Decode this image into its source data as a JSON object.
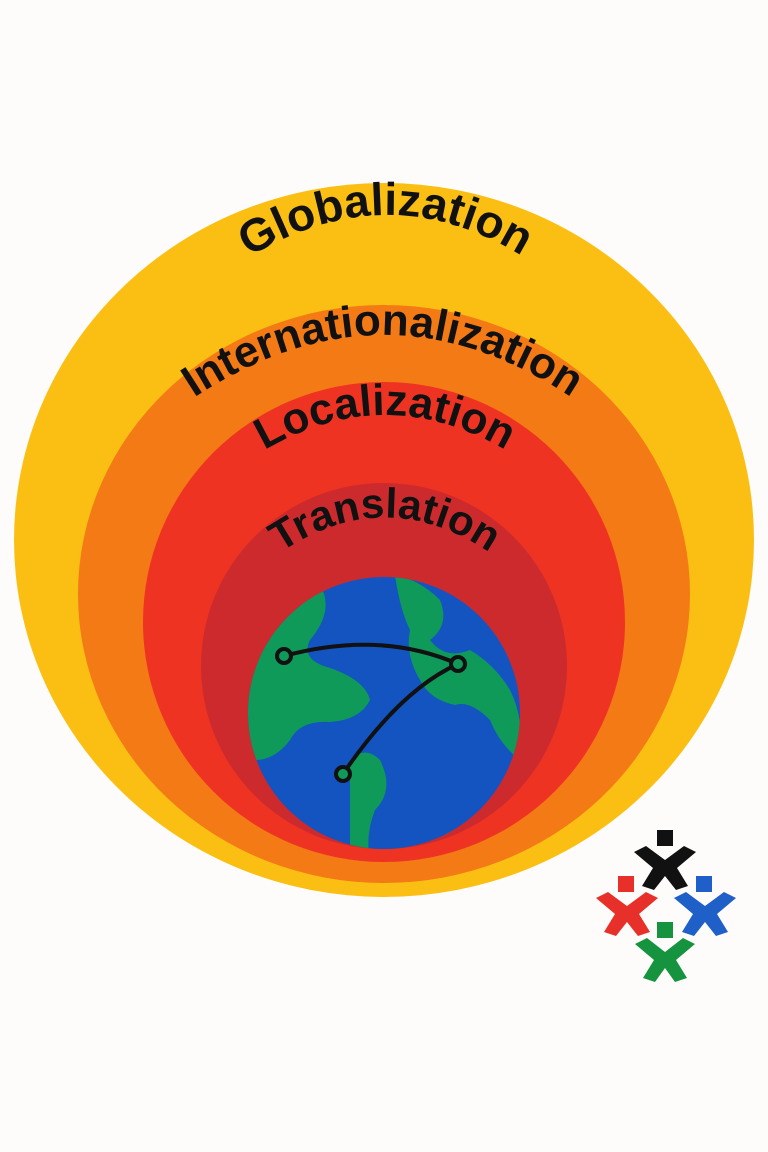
{
  "diagram": {
    "layers": [
      {
        "label": "Globalization",
        "color": "#fbbf14"
      },
      {
        "label": "Internationalization",
        "color": "#f37a14"
      },
      {
        "label": "Localization",
        "color": "#ee3323"
      },
      {
        "label": "Translation",
        "color": "#cd2a2e"
      }
    ],
    "globe": {
      "ocean_color": "#1354c0",
      "land_color": "#0f9a5a",
      "route_color": "#111111"
    },
    "people_icon": {
      "colors": [
        "#111111",
        "#e8302b",
        "#1e5fc8",
        "#15933f"
      ]
    }
  }
}
